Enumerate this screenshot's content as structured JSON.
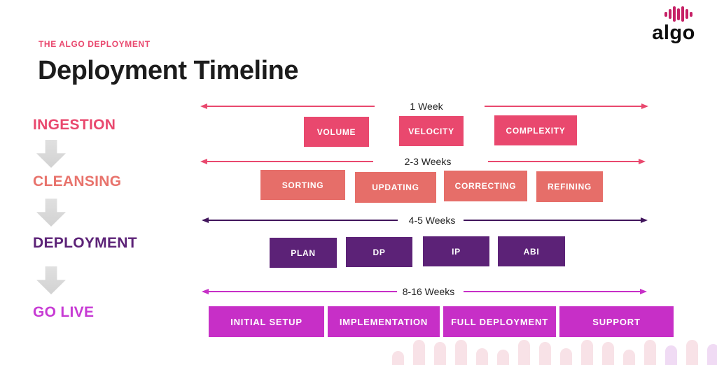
{
  "header": {
    "kicker": "THE ALGO DEPLOYMENT",
    "title": "Deployment Timeline"
  },
  "logo": {
    "text": "algo",
    "icon": "audio-bars-icon",
    "bar_heights": [
      7,
      14,
      22,
      17,
      22,
      14,
      7
    ],
    "bar_color": "#c62166"
  },
  "stages": [
    {
      "label": "INGESTION",
      "color": "#e9486e"
    },
    {
      "label": "CLEANSING",
      "color": "#e8736c"
    },
    {
      "label": "DEPLOYMENT",
      "color": "#5c2277"
    },
    {
      "label": "GO LIVE",
      "color": "#c73bd4"
    }
  ],
  "timeline": {
    "rows": [
      {
        "stage": "INGESTION",
        "duration": "1 Week",
        "arrow_color": "#e9486e",
        "box_color": "#e9486e",
        "boxes": [
          "VOLUME",
          "VELOCITY",
          "COMPLEXITY"
        ]
      },
      {
        "stage": "CLEANSING",
        "duration": "2-3 Weeks",
        "arrow_color": "#e9486e",
        "box_color": "#e66e69",
        "boxes": [
          "SORTING",
          "UPDATING",
          "CORRECTING",
          "REFINING"
        ]
      },
      {
        "stage": "DEPLOYMENT",
        "duration": "4-5 Weeks",
        "arrow_color": "#41155c",
        "box_color": "#5c2277",
        "boxes": [
          "PLAN",
          "DP",
          "IP",
          "ABI"
        ]
      },
      {
        "stage": "GO LIVE",
        "duration": "8-16 Weeks",
        "arrow_color": "#c72fc7",
        "box_color": "#c72fc7",
        "boxes": [
          "INITIAL SETUP",
          "IMPLEMENTATION",
          "FULL DEPLOYMENT",
          "SUPPORT"
        ]
      }
    ]
  },
  "decor": {
    "footer_bar_heights": [
      20,
      36,
      33,
      36,
      24,
      22,
      36,
      33,
      24,
      36,
      33,
      22,
      36,
      28,
      36,
      30
    ],
    "footer_bar_color": "#f8e2e7",
    "footer_bar_lilac_color": "#f0dbf4",
    "lilac_indexes": [
      13,
      15
    ],
    "flow_arrow_color": "#d9d9d9"
  }
}
